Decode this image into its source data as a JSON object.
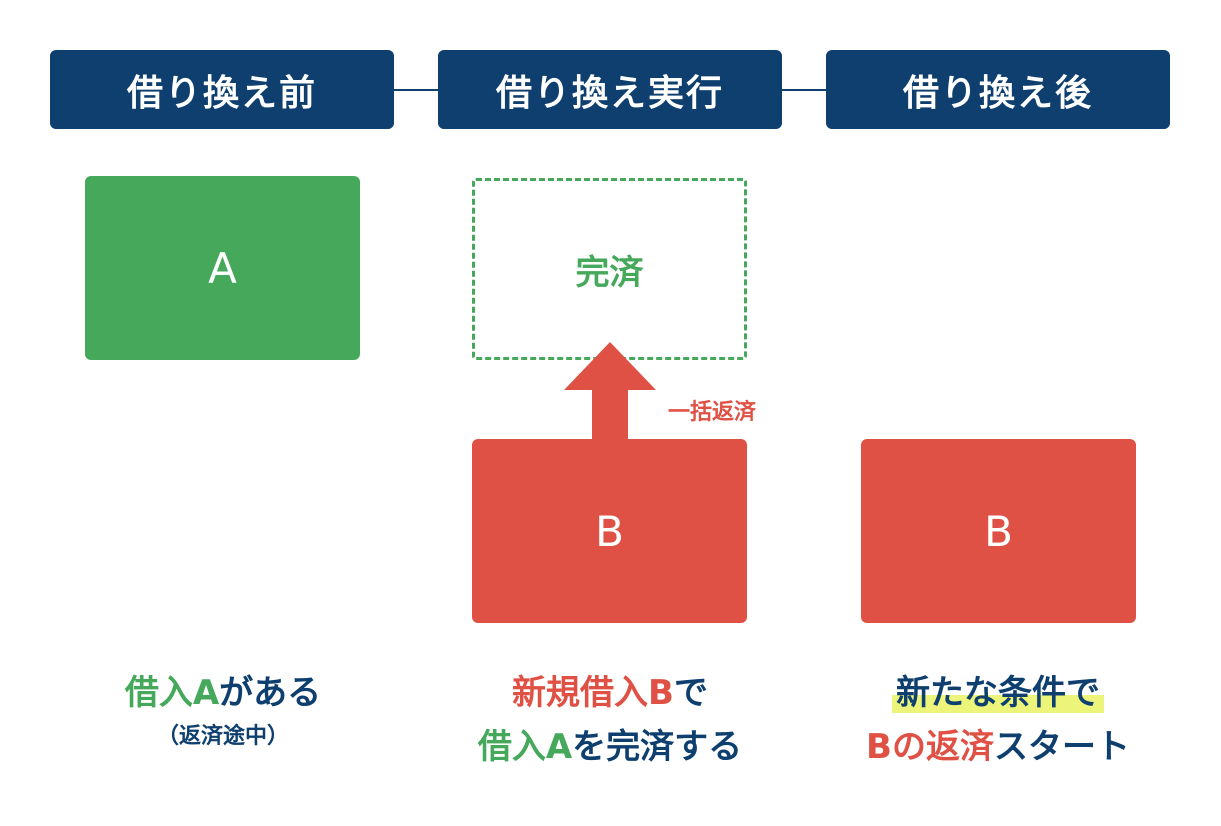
{
  "stages": [
    {
      "label": "借り換え前"
    },
    {
      "label": "借り換え実行"
    },
    {
      "label": "借り換え後"
    }
  ],
  "boxes": {
    "loan_a": "A",
    "paid_off": "完済",
    "loan_b_execute": "B",
    "loan_b_after": "B"
  },
  "arrow": {
    "label": "一括返済"
  },
  "captions": {
    "before": {
      "line1_a": "借入A",
      "line1_b": "がある",
      "line2": "（返済途中）"
    },
    "execute": {
      "line1_a": "新規借入B",
      "line1_b": "で",
      "line2_a": "借入A",
      "line2_b": "を",
      "line2_c": "完済",
      "line2_d": "する"
    },
    "after": {
      "line1": "新たな条件で",
      "line2_a": "Bの",
      "line2_b": "返済",
      "line2_c": "スタート"
    }
  },
  "colors": {
    "navy": "#0e3f6f",
    "green": "#45a85b",
    "red": "#e05145",
    "highlight": "#ecf57a"
  }
}
